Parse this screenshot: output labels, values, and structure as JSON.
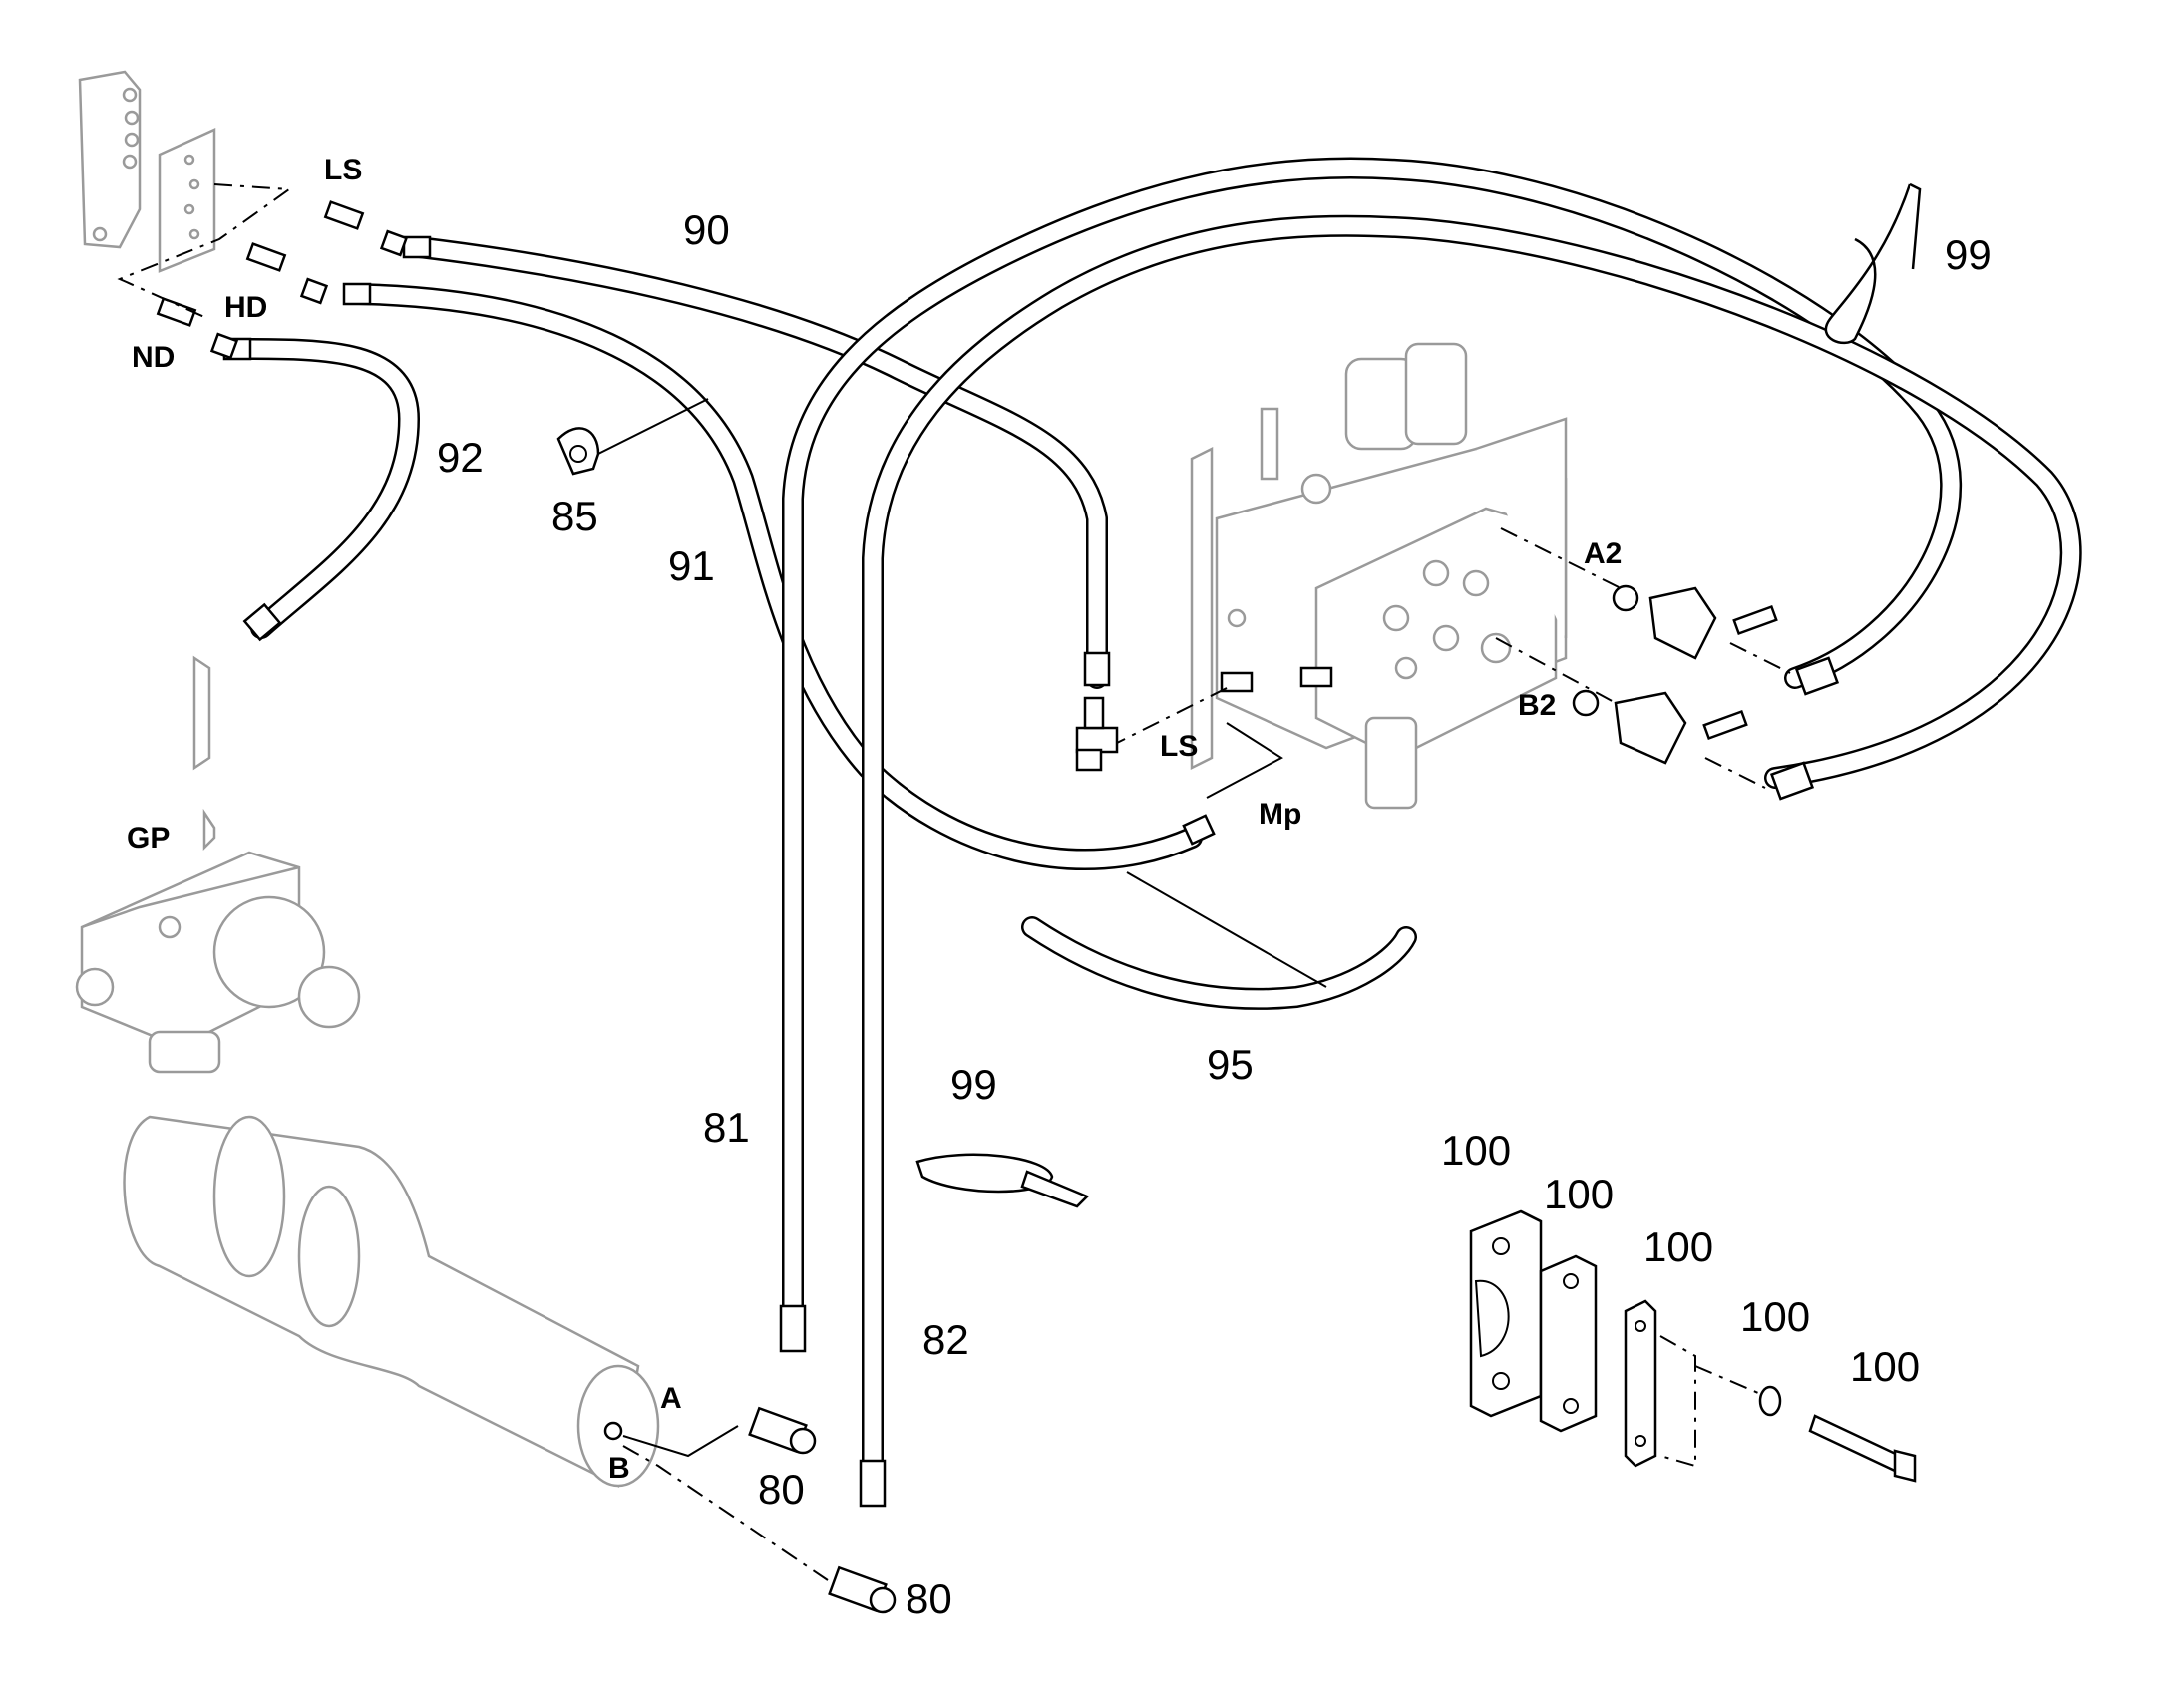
{
  "callouts": {
    "n80a": "80",
    "n80b": "80",
    "n81": "81",
    "n82": "82",
    "n85": "85",
    "n90": "90",
    "n91": "91",
    "n92": "92",
    "n95": "95",
    "n99a": "99",
    "n99b": "99",
    "n100a": "100",
    "n100b": "100",
    "n100c": "100",
    "n100d": "100",
    "n100e": "100"
  },
  "ports": {
    "ls_top": "LS",
    "hd": "HD",
    "nd": "ND",
    "gp": "GP",
    "ls_valve": "LS",
    "mp": "Mp",
    "a2": "A2",
    "b2": "B2",
    "a": "A",
    "b": "B"
  }
}
